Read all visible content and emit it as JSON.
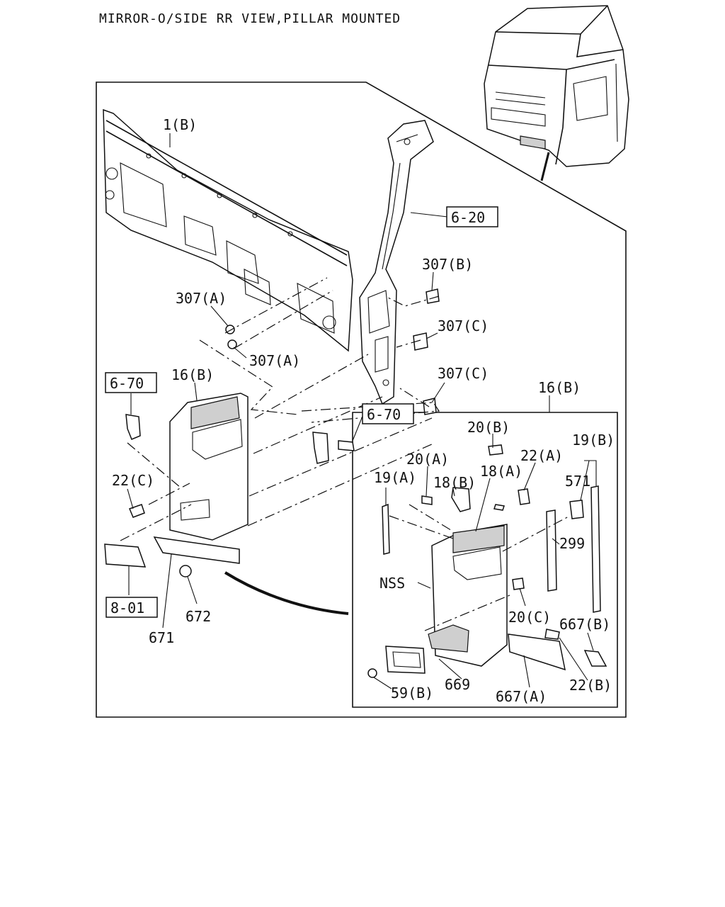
{
  "title": "MIRROR-O/SIDE RR VIEW,PILLAR MOUNTED",
  "labels": {
    "p1b": "1(B)",
    "p620": "6-20",
    "p307b": "307(B)",
    "p307a_top": "307(A)",
    "p307c_top": "307(C)",
    "p307a_bottom": "307(A)",
    "p307c_bottom": "307(C)",
    "p670_left": "6-70",
    "p16b_left": "16(B)",
    "p670_mid": "6-70",
    "p16b_right": "16(B)",
    "p22c": "22(C)",
    "p801": "8-01",
    "p672": "672",
    "p671": "671",
    "p20b": "20(B)",
    "p20a": "20(A)",
    "p22a": "22(A)",
    "p19b": "19(B)",
    "p19a": "19(A)",
    "p18b": "18(B)",
    "p18a": "18(A)",
    "p571": "571",
    "p299": "299",
    "nss": "NSS",
    "p20c": "20(C)",
    "p667b": "667(B)",
    "p669": "669",
    "p59b": "59(B)",
    "p667a": "667(A)",
    "p22b": "22(B)"
  }
}
